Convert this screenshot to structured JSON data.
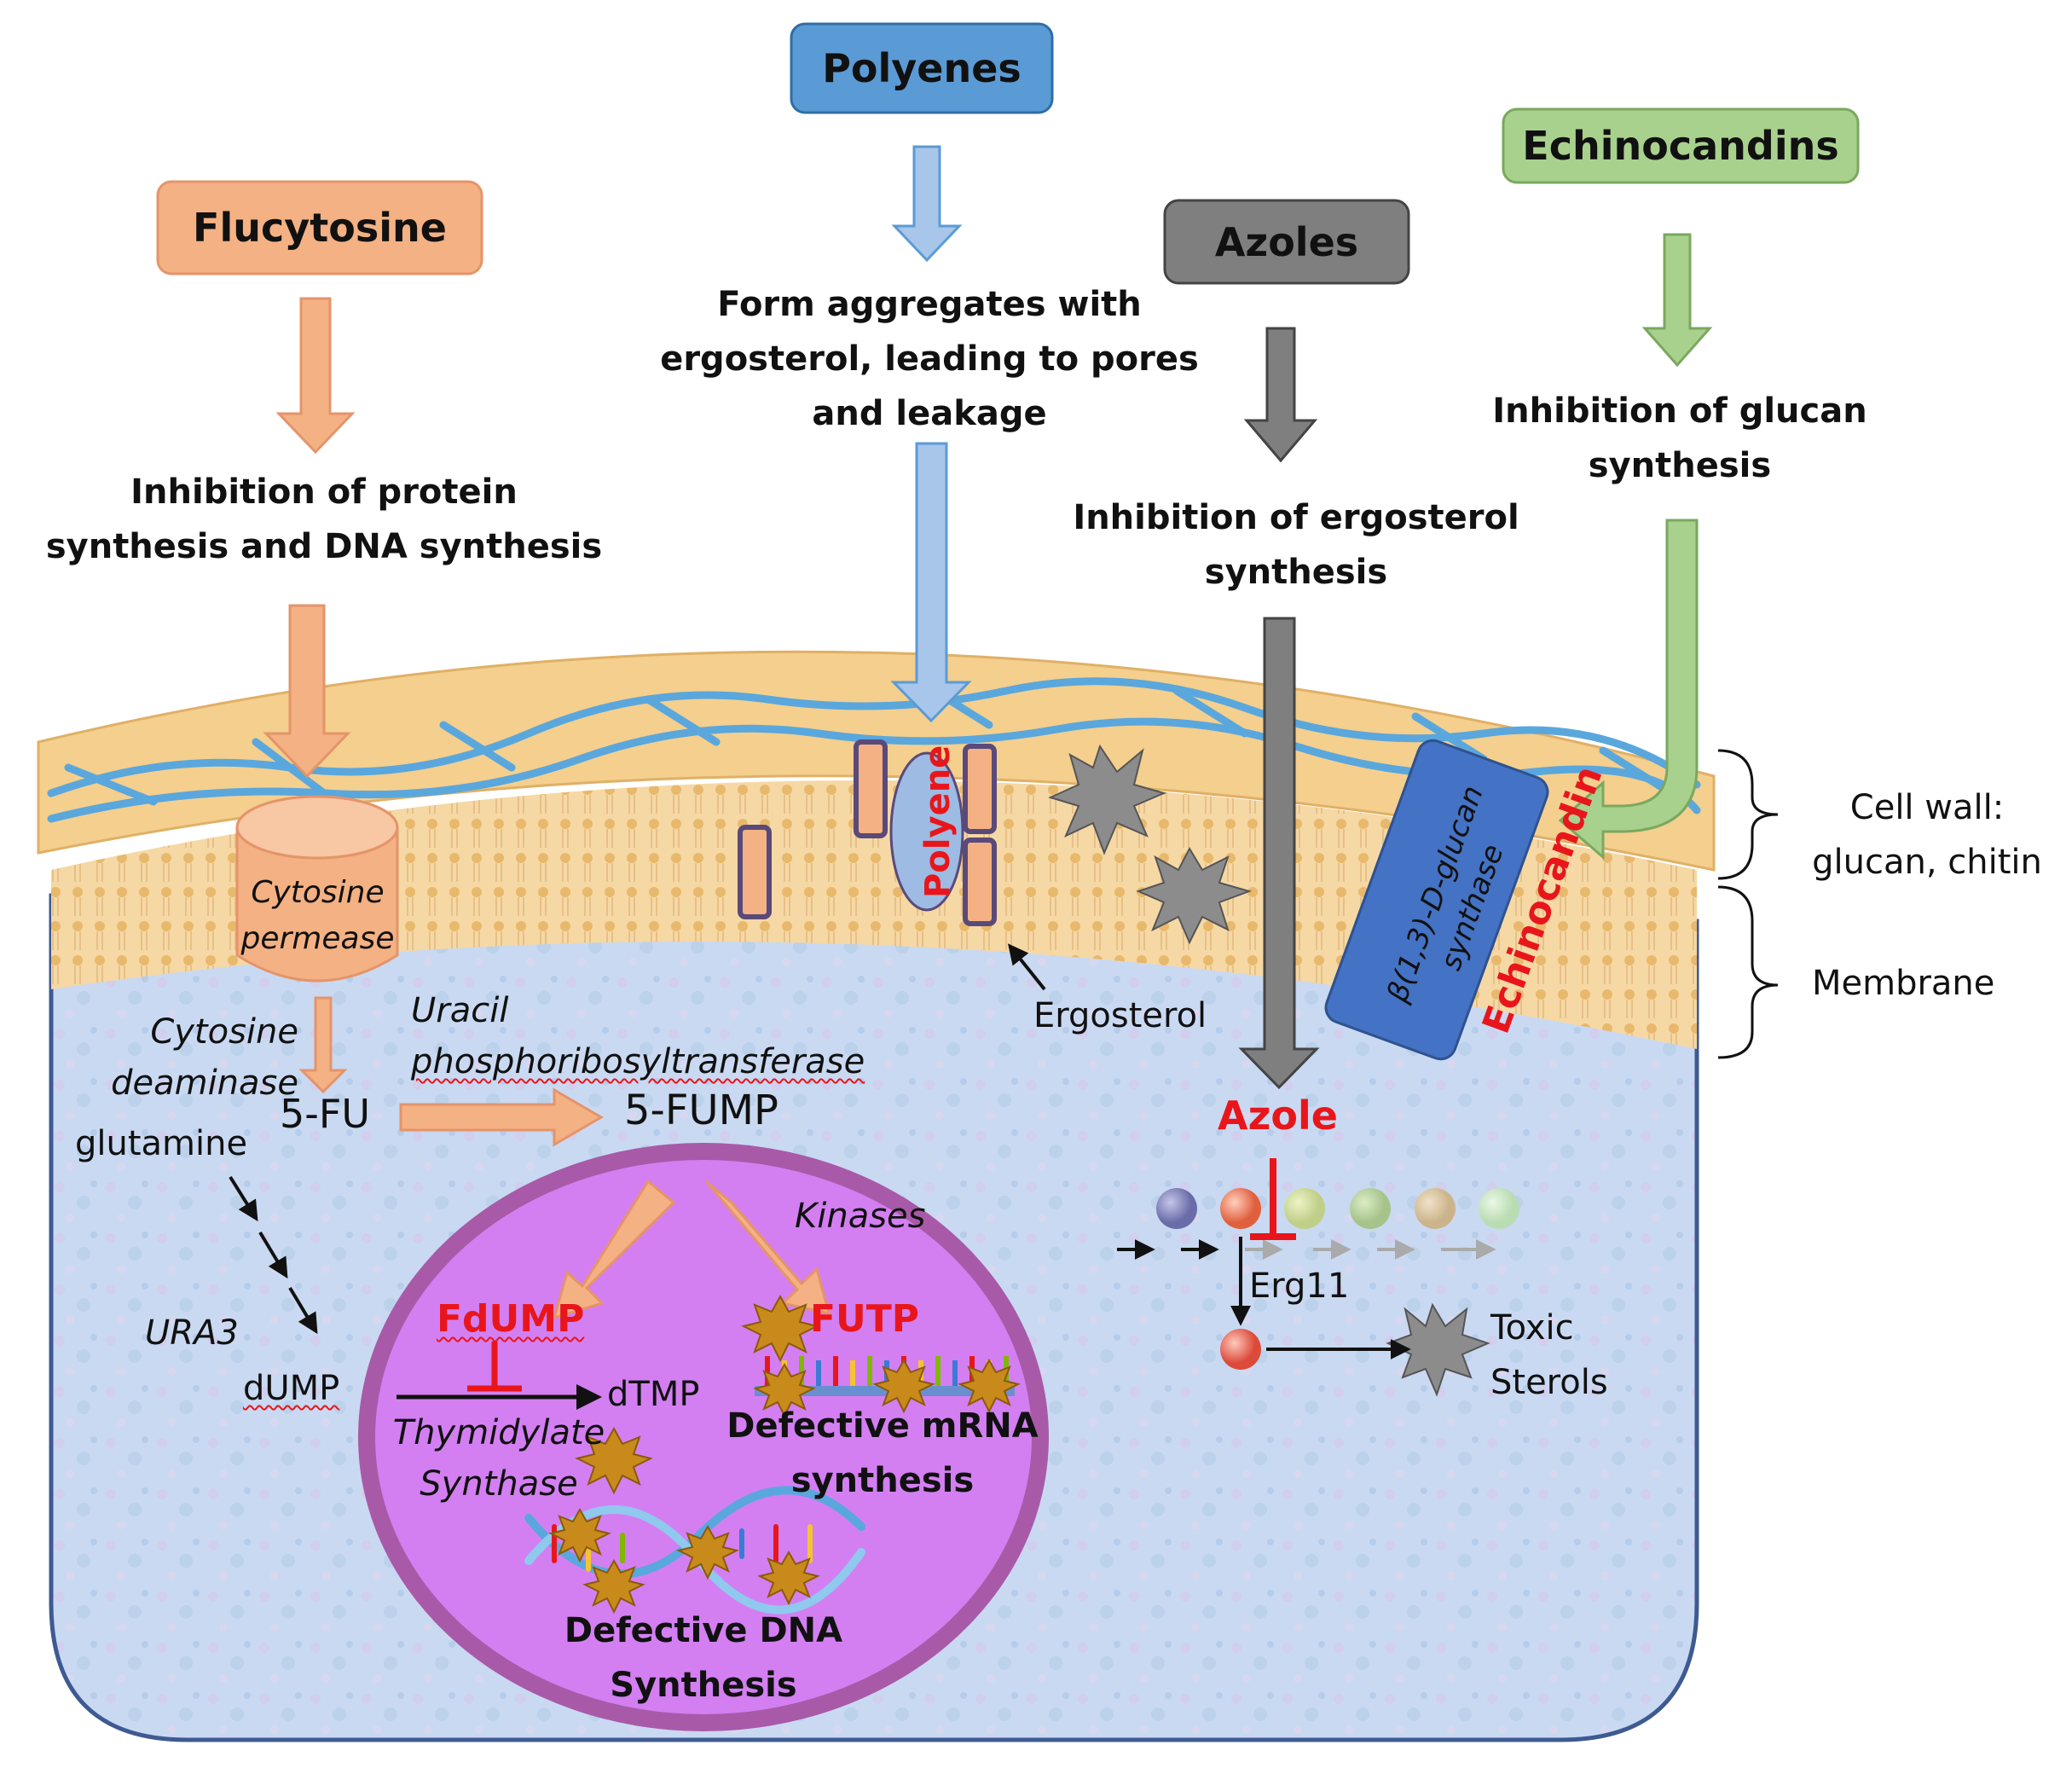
{
  "drugs": {
    "flucytosine": {
      "label": "Flucytosine",
      "mechanism": [
        "Inhibition of protein",
        "synthesis and DNA synthesis"
      ]
    },
    "polyenes": {
      "label": "Polyenes",
      "mechanism": [
        "Form aggregates with",
        "ergosterol, leading to pores",
        "and leakage"
      ]
    },
    "azoles": {
      "label": "Azoles",
      "mechanism": [
        "Inhibition of ergosterol",
        "synthesis"
      ]
    },
    "echinocandins": {
      "label": "Echinocandins",
      "mechanism": [
        "Inhibition of glucan",
        "synthesis"
      ]
    }
  },
  "cell": {
    "wall_label": [
      "Cell wall:",
      "glucan, chitin"
    ],
    "membrane_label": "Membrane",
    "permease": [
      "Cytosine",
      "permease"
    ],
    "polyene": "Polyene",
    "ergosterol": "Ergosterol",
    "glucan_synthase": [
      "β(1,3)-D-glucan",
      "synthase"
    ],
    "echinocandin": "Echinocandin"
  },
  "pathway": {
    "cytosine_deaminase": [
      "Cytosine",
      "deaminase"
    ],
    "uprt": [
      "Uracil",
      "phosphoribosyltransferase"
    ],
    "five_fu": "5-FU",
    "five_fump": "5-FUMP",
    "glutamine": "glutamine",
    "ura3": "URA3",
    "dump": "dUMP",
    "kinases": "Kinases",
    "fdump": "FdUMP",
    "futp": "FUTP",
    "dtmp": "dTMP",
    "thymidylate_synthase": [
      "Thymidylate",
      "Synthase"
    ],
    "defective_mrna": [
      "Defective mRNA",
      "synthesis"
    ],
    "defective_dna": [
      "Defective DNA",
      "Synthesis"
    ]
  },
  "azole_path": {
    "azole": "Azole",
    "erg11": "Erg11",
    "toxic_sterols": [
      "Toxic",
      "Sterols"
    ]
  },
  "colors": {
    "flucytosine": "#f4b183",
    "polyenes": "#5b9bd5",
    "azoles": "#7f7f7f",
    "echinocandins": "#a9d18e",
    "nucleus": "#d37ff2",
    "inhibit": "#e8161b"
  }
}
